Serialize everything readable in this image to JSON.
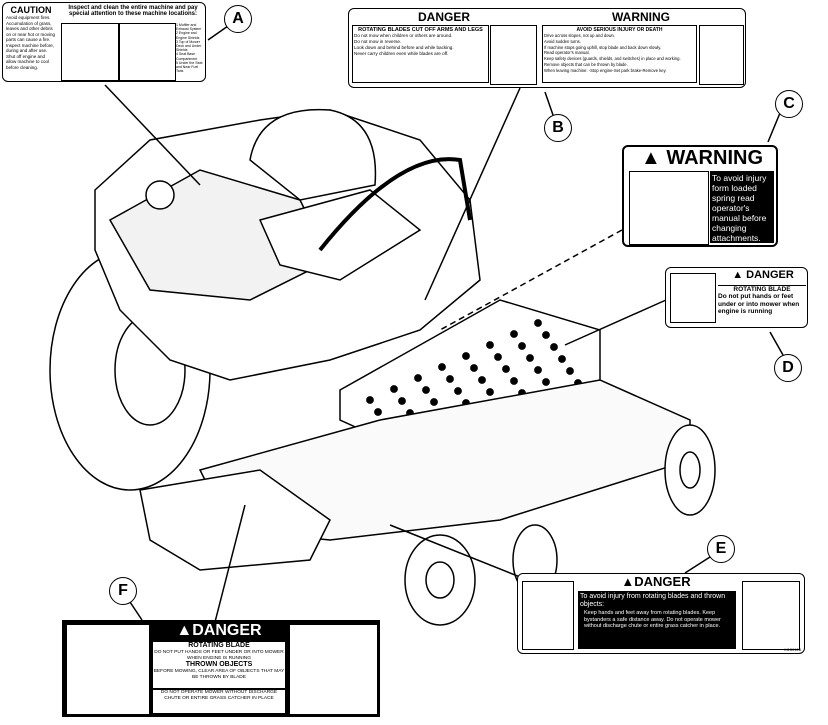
{
  "callouts": {
    "a": "A",
    "b": "B",
    "c": "C",
    "d": "D",
    "e": "E",
    "f": "F"
  },
  "label_a": {
    "signal": "CAUTION",
    "lines": [
      "Avoid equipment fires.",
      "Accumulation of grass, leaves and other debris on or near hot or moving parts can cause a fire.",
      "Inspect machine before, during and after use.",
      "Shut off engine and allow machine to cool before cleaning."
    ],
    "heading": "Inspect and clean the entire machine and pay special attention to these machine locations:",
    "locations": [
      "1 Muffler and Exhaust System",
      "2 Engine and Engine Shields",
      "3 Top of Mower Deck and Under Shields",
      "4 Seat Base Compartment",
      "5 Under the Seat and Near Fuel Tank"
    ]
  },
  "label_b": {
    "danger_signal": "DANGER",
    "danger_title": "ROTATING BLADES CUT OFF ARMS AND LEGS",
    "danger_items": [
      "Do not mow when children or others are around.",
      "Do not mow in reverse.",
      "Look down and behind before and while backing.",
      "Never carry children even while blades are off."
    ],
    "warning_signal": "WARNING",
    "warning_title": "AVOID SERIOUS INJURY OR DEATH",
    "warning_items": [
      "Drive across slopes, not up and down.",
      "Avoid sudden turns.",
      "If machine stops going uphill, stop blade and back down slowly.",
      "Read operator's manual.",
      "Keep safety devices (guards, shields, and switches) in place and working.",
      "Remove objects that can be thrown by blade.",
      "When leaving machine: -Stop engine-Set park brake-Remove key."
    ]
  },
  "label_c": {
    "signal": "WARNING",
    "text": "To avoid injury form loaded spring read operator's manual before changing attachments."
  },
  "label_d": {
    "signal": "DANGER",
    "title": "ROTATING BLADE",
    "text": "Do not put hands or feet under or into mower when engine is running"
  },
  "label_e": {
    "signal": "DANGER",
    "title": "To avoid injury from rotating blades and thrown objects:",
    "text": "Keep hands and feet away from rotating blades. Keep bystanders a safe distance away. Do not operate mower without discharge chute or entire grass catcher in place.",
    "code": "M150128"
  },
  "label_f": {
    "signal": "DANGER",
    "title1": "ROTATING BLADE",
    "text1": "DO NOT PUT HANDS OR FEET UNDER OR INTO MOWER WHEN ENGINE IS RUNNING",
    "title2": "THROWN OBJECTS",
    "text2": "BEFORE MOWING, CLEAR AREA OF OBJECTS THAT MAY BE THROWN BY BLADE",
    "text3": "DO NOT OPERATE MOWER WITHOUT DISCHARGE CHUTE OR ENTIRE GRASS CATCHER IN PLACE"
  }
}
